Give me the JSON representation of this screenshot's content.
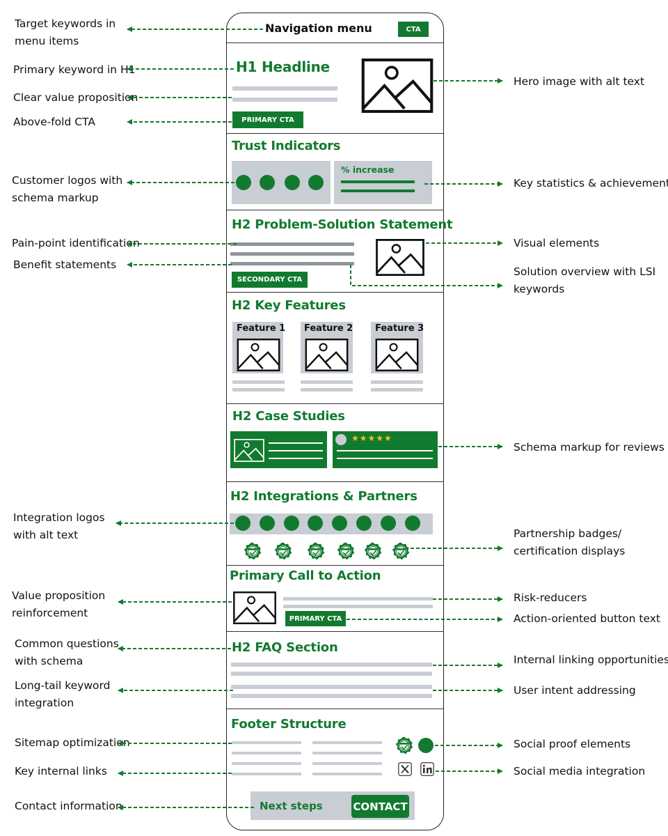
{
  "colors": {
    "accent": "#127a2f",
    "gray": "#c9cdd4",
    "dark_gray": "#8e949c",
    "star": "#f3c318"
  },
  "wireframe": {
    "nav": {
      "title": "Navigation menu",
      "cta": "CTA"
    },
    "hero": {
      "headline": "H1 Headline",
      "cta": "PRIMARY CTA"
    },
    "trust": {
      "heading": "Trust Indicators",
      "stat": "% increase"
    },
    "problem": {
      "heading": "H2 Problem-Solution Statement",
      "cta": "SECONDARY CTA"
    },
    "features": {
      "heading": "H2 Key Features",
      "items": [
        "Feature 1",
        "Feature 2",
        "Feature 3"
      ]
    },
    "cases": {
      "heading": "H2 Case Studies",
      "stars": "★★★★★"
    },
    "integrations": {
      "heading": "H2 Integrations & Partners"
    },
    "cta_section": {
      "heading": "Primary Call to Action",
      "cta": "PRIMARY CTA"
    },
    "faq": {
      "heading": "H2 FAQ Section"
    },
    "footer": {
      "heading": "Footer Structure",
      "next_steps": "Next steps",
      "contact": "CONTACT"
    }
  },
  "annotations_left": [
    "Target keywords in\nmenu items",
    "Primary keyword in H1",
    "Clear value proposition",
    "Above-fold CTA",
    "Customer logos with\nschema markup",
    "Pain-point identification",
    "Benefit statements",
    "Integration logos\nwith alt text",
    "Value proposition\nreinforcement",
    "Common questions\nwith schema",
    "Long-tail keyword\nintegration",
    "Sitemap optimization",
    "Key internal links",
    "Contact information"
  ],
  "annotations_right": [
    "Hero image with alt text",
    "Key statistics & achievements",
    "Visual elements",
    "Solution overview with LSI\nkeywords",
    "Schema markup for reviews",
    "Partnership badges/\ncertification displays",
    "Risk-reducers",
    "Action-oriented button text",
    "Internal linking opportunities",
    "User intent addressing",
    "Social proof elements",
    "Social media integration"
  ],
  "icons": [
    "image-placeholder-icon",
    "x-logo-icon",
    "linkedin-icon",
    "certification-badge-icon",
    "star-icon"
  ]
}
